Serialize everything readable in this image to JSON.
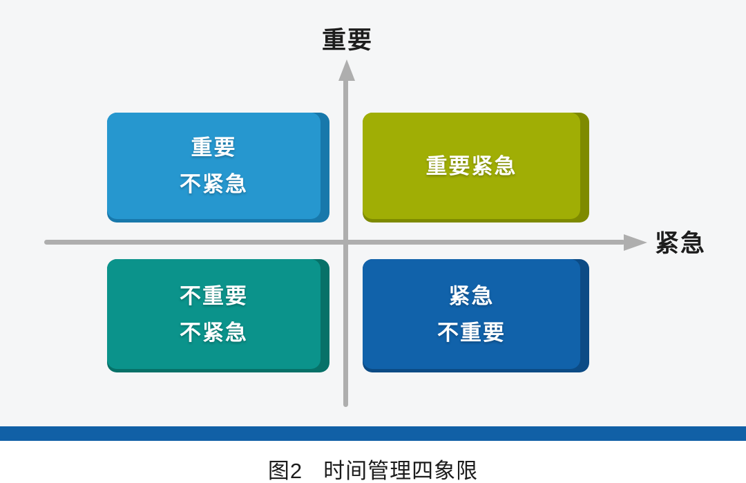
{
  "figure": {
    "background_color": "#f5f6f7",
    "footer_bar_color": "#1160a6",
    "caption": {
      "figure_label": "图2",
      "title": "时间管理四象限"
    }
  },
  "axes": {
    "color": "#aeaeae",
    "label_color": "#1d1d1d",
    "y_axis_label": "重要",
    "x_axis_label": "紧急"
  },
  "quadrants": [
    {
      "name": "important-not-urgent",
      "lines": [
        "重要",
        "不紧急"
      ],
      "fill_color": "#2697cf",
      "edge_color": "#1878ab"
    },
    {
      "name": "important-urgent",
      "lines": [
        "重要紧急"
      ],
      "fill_color": "#a0ae05",
      "edge_color": "#7e8a00"
    },
    {
      "name": "not-important-not-urgent",
      "lines": [
        "不重要",
        "不紧急"
      ],
      "fill_color": "#0b938b",
      "edge_color": "#077168"
    },
    {
      "name": "urgent-not-important",
      "lines": [
        "紧急",
        "不重要"
      ],
      "fill_color": "#1162aa",
      "edge_color": "#0c4b85"
    }
  ],
  "quadrant_text_color": "#ffffff"
}
